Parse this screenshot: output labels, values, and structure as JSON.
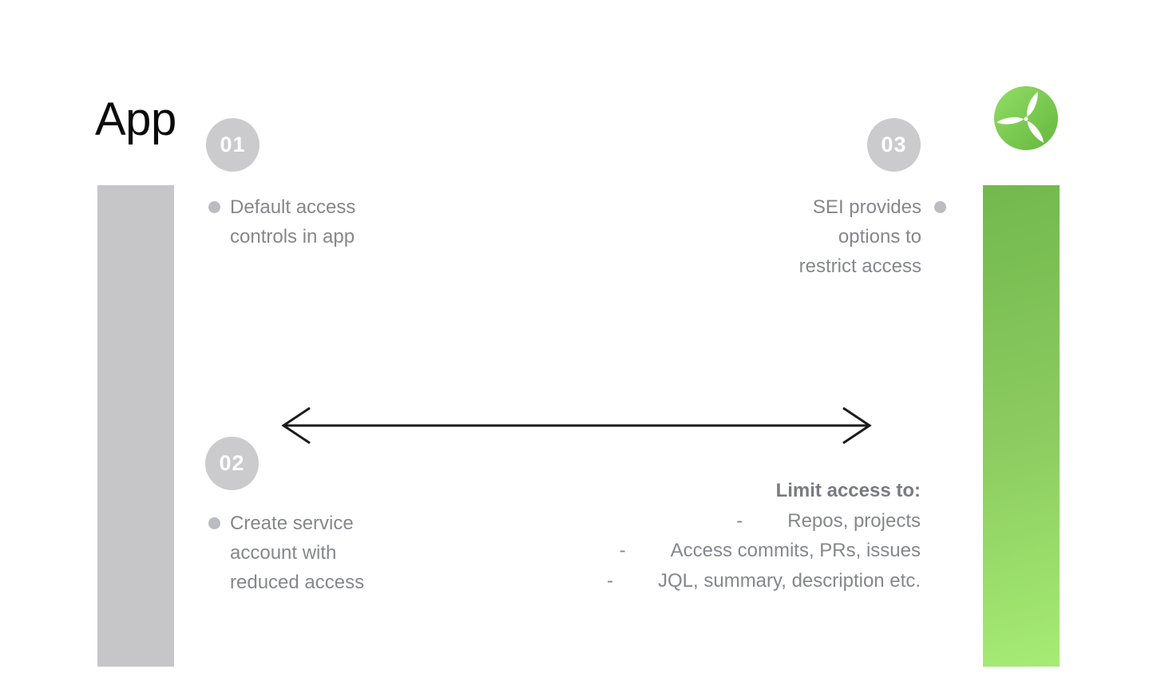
{
  "title": "App",
  "colors": {
    "background": "#ffffff",
    "gray_bar": "#c6c6c8",
    "green_bar_top": "#72b94d",
    "green_bar_bottom": "#a6ec74",
    "badge_gray": "#cbcbcd",
    "body_text_gray": "#85878c",
    "arrow_black": "#1b1b1d",
    "logo_green_light": "#92dd65",
    "logo_green_dark": "#65b73e"
  },
  "steps": [
    {
      "number": "01",
      "lines": [
        "Default access",
        "controls in app"
      ]
    },
    {
      "number": "02",
      "lines": [
        "Create service",
        "account with",
        "reduced access"
      ]
    },
    {
      "number": "03",
      "lines": [
        "SEI provides",
        "options to",
        "restrict access"
      ]
    }
  ],
  "limit": {
    "title": "Limit access to:",
    "dash": "-",
    "items": [
      "Repos, projects",
      "Access commits, PRs, issues",
      "JQL, summary, description etc."
    ]
  },
  "logo": {
    "name": "propeller-logo"
  }
}
